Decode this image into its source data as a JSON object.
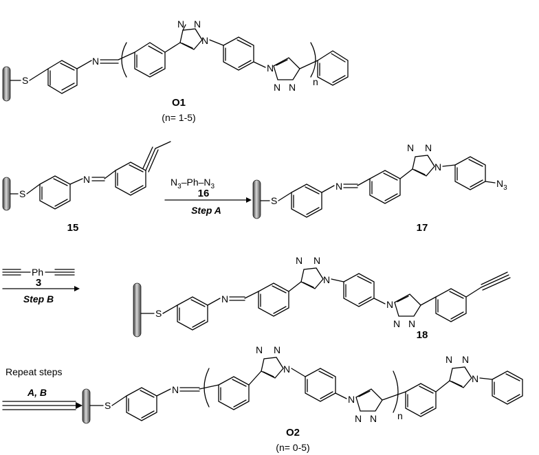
{
  "compounds": {
    "o1": {
      "label": "O1",
      "range": "(n= 1-5)",
      "repeat": "n"
    },
    "c15": {
      "label": "15"
    },
    "c17": {
      "label": "17"
    },
    "c18": {
      "label": "18"
    },
    "o2": {
      "label": "O2",
      "range": "(n= 0-5)",
      "repeat": "n"
    }
  },
  "reagents": {
    "step_a": {
      "number": "16",
      "name": "Step A"
    },
    "step_b": {
      "number": "3",
      "name": "Step B",
      "formula": "Ph"
    },
    "repeat": {
      "line1": "Repeat steps",
      "line2": "A, B"
    }
  },
  "atoms": {
    "S": "S",
    "N": "N",
    "N3": "N",
    "three": "3",
    "Ph": "Ph"
  }
}
